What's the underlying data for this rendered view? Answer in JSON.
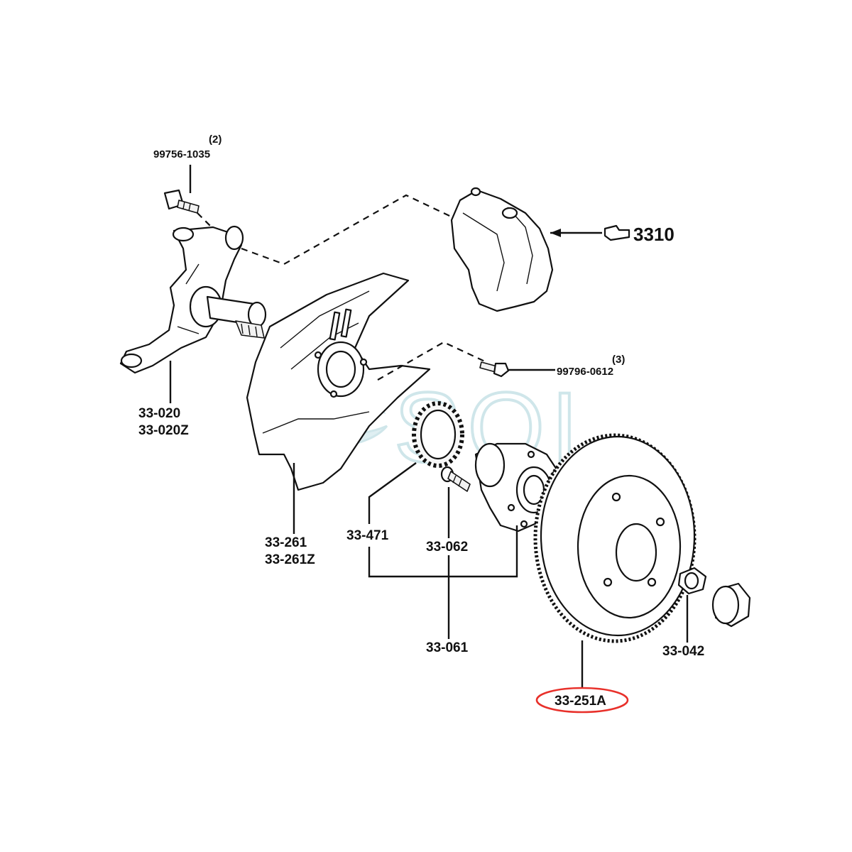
{
  "labels": {
    "bolt_qty": "(2)",
    "bolt_part": "99756-1035",
    "knuckle_a": "33-020",
    "knuckle_b": "33-020Z",
    "caliper": "3310",
    "screw_qty": "(3)",
    "screw_part": "99796-0612",
    "dust_cover_a": "33-261",
    "dust_cover_b": "33-261Z",
    "abs_ring": "33-471",
    "hub_bolt": "33-062",
    "hub": "33-061",
    "disc": "33-251A",
    "nut": "33-042"
  },
  "highlight": {
    "target": "disc",
    "color": "#e8302a"
  },
  "watermark": {
    "text": "SOL",
    "color": "#cfe6ea"
  }
}
